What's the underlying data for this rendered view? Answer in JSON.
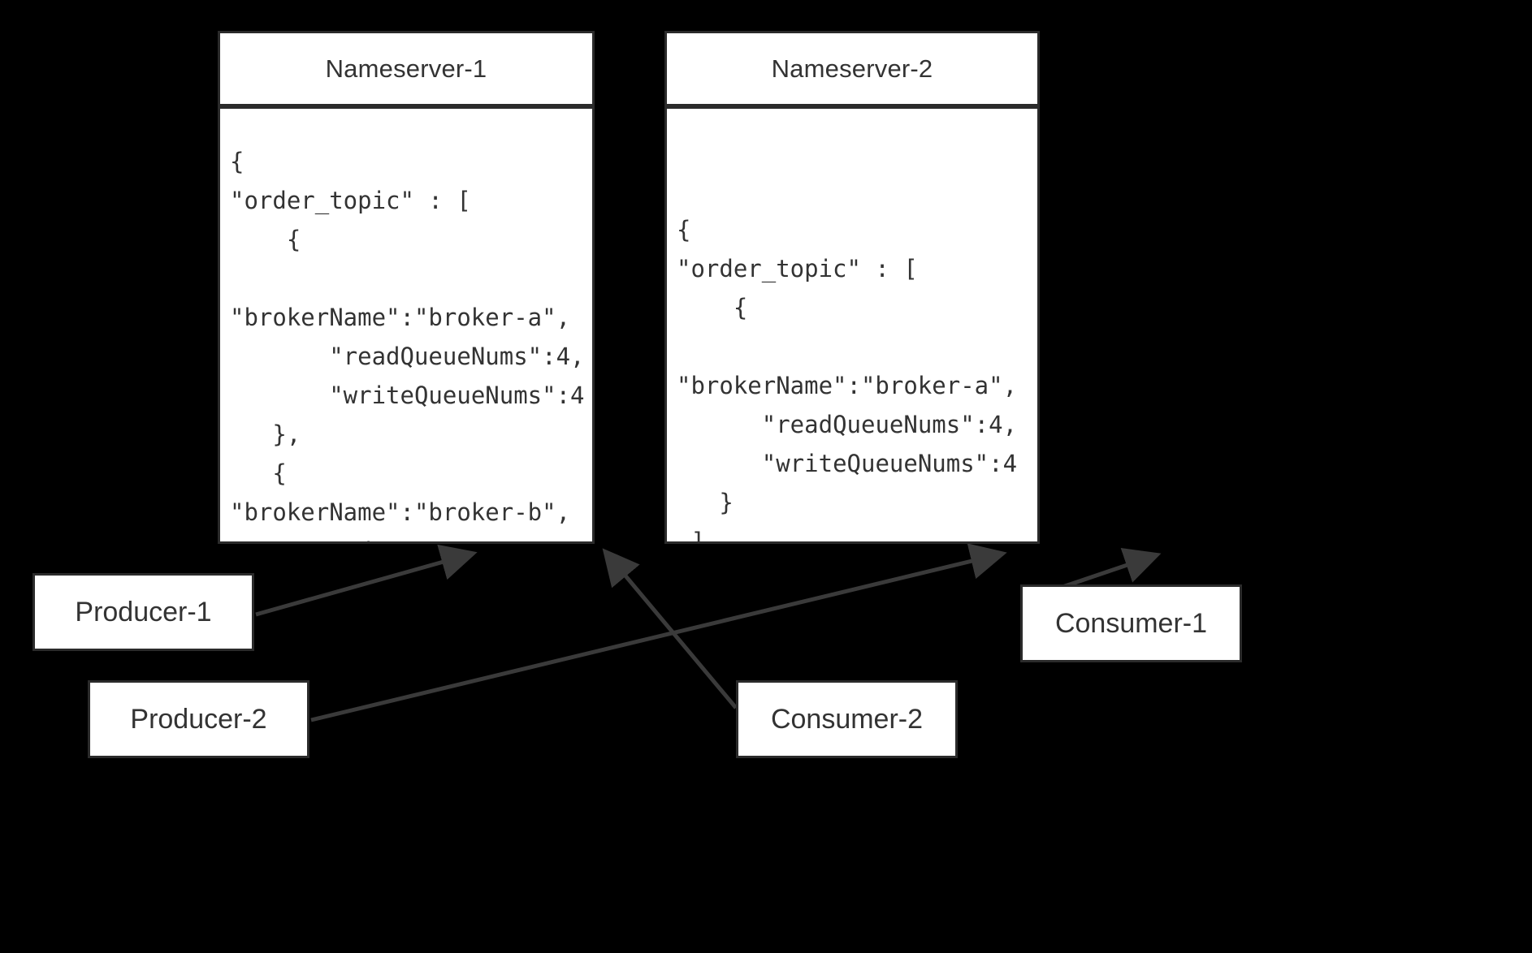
{
  "diagram": {
    "background_color": "#000000",
    "node_fill": "#ffffff",
    "node_stroke": "#2b2b2b",
    "text_color": "#333333"
  },
  "nameservers": [
    {
      "title": "Nameserver-1",
      "routing_table": "{\n\"order_topic\" : [\n    {\n        \"brokerName\":\"broker-a\",\n       \"readQueueNums\":4,\n       \"writeQueueNums\":4\n   },\n   {        \"brokerName\":\"broker-b\",\n     \"readQueueNums\":4,\n      \"writeQueueNums\":4\n   }\n ],\n\"scan_topic\":[]\n}"
    },
    {
      "title": "Nameserver-2",
      "routing_table": "{\n\"order_topic\" : [\n    {\n       \"brokerName\":\"broker-a\",\n      \"readQueueNums\":4,\n      \"writeQueueNums\":4\n   }\n ],\n\"scan_topic\":[]\n}"
    }
  ],
  "clients": [
    {
      "label": "Producer-1"
    },
    {
      "label": "Producer-2"
    },
    {
      "label": "Consumer-2"
    },
    {
      "label": "Consumer-1"
    }
  ],
  "connections": [
    {
      "from": "Producer-1",
      "to": "Nameserver-1"
    },
    {
      "from": "Producer-2",
      "to": "Nameserver-2"
    },
    {
      "from": "Consumer-2",
      "to": "Nameserver-1"
    },
    {
      "from": "Consumer-1",
      "to": "Nameserver-2"
    }
  ]
}
